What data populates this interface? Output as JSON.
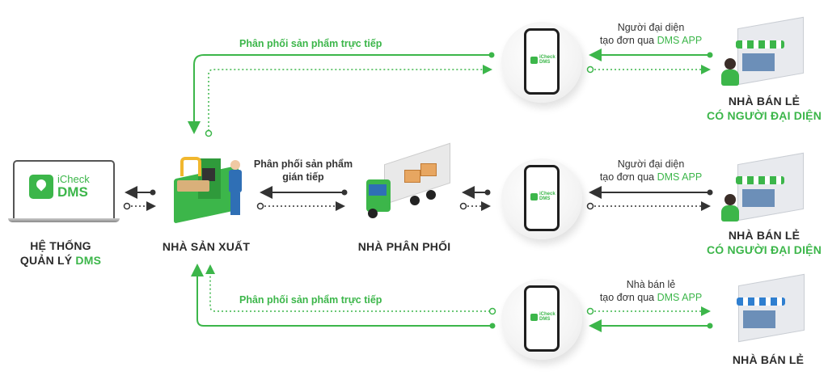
{
  "colors": {
    "accent": "#3cb64a",
    "text": "#2b2b2b",
    "arrow_dark": "#333333",
    "store_awning_green": "#3cb64a",
    "store_awning_blue": "#2f7fd0"
  },
  "nodes": {
    "dms_system": {
      "line1": "HỆ THỐNG",
      "line2_prefix": "QUẢN LÝ ",
      "line2_accent": "DMS",
      "screen_brand": "iCheck",
      "screen_product": "DMS",
      "icon": "laptop-icon"
    },
    "manufacturer": {
      "label": "NHÀ SẢN XUẤT",
      "icon": "factory-icon"
    },
    "distributor": {
      "label": "NHÀ PHÂN PHỐI",
      "icon": "truck-icon"
    },
    "retailer_top": {
      "line1": "NHÀ BÁN LẺ",
      "line2": "CÓ NGƯỜI ĐẠI DIỆN",
      "icon": "store-with-rep-icon"
    },
    "retailer_mid": {
      "line1": "NHÀ BÁN LẺ",
      "line2": "CÓ NGƯỜI ĐẠI DIỆN",
      "icon": "store-with-rep-icon"
    },
    "retailer_bottom": {
      "line1": "NHÀ BÁN LẺ",
      "icon": "store-icon"
    }
  },
  "phones": [
    {
      "brand": "iCheck",
      "product": "DMS"
    },
    {
      "brand": "iCheck",
      "product": "DMS"
    },
    {
      "brand": "iCheck",
      "product": "DMS"
    }
  ],
  "flows": {
    "direct_top": "Phân phối sản phẩm trực tiếp",
    "direct_bottom": "Phân phối sản phẩm trực tiếp",
    "indirect_line1": "Phân phối sản phẩm",
    "indirect_line2": "gián tiếp",
    "rep_top_line1": "Người đại diện",
    "rep_top_line2_prefix": "tạo đơn qua ",
    "rep_top_line2_accent": "DMS APP",
    "rep_mid_line1": "Người đại diện",
    "rep_mid_line2_prefix": "tạo đơn qua ",
    "rep_mid_line2_accent": "DMS APP",
    "retail_line1": "Nhà bán lẻ",
    "retail_line2_prefix": "tạo đơn qua ",
    "retail_line2_accent": "DMS APP"
  }
}
